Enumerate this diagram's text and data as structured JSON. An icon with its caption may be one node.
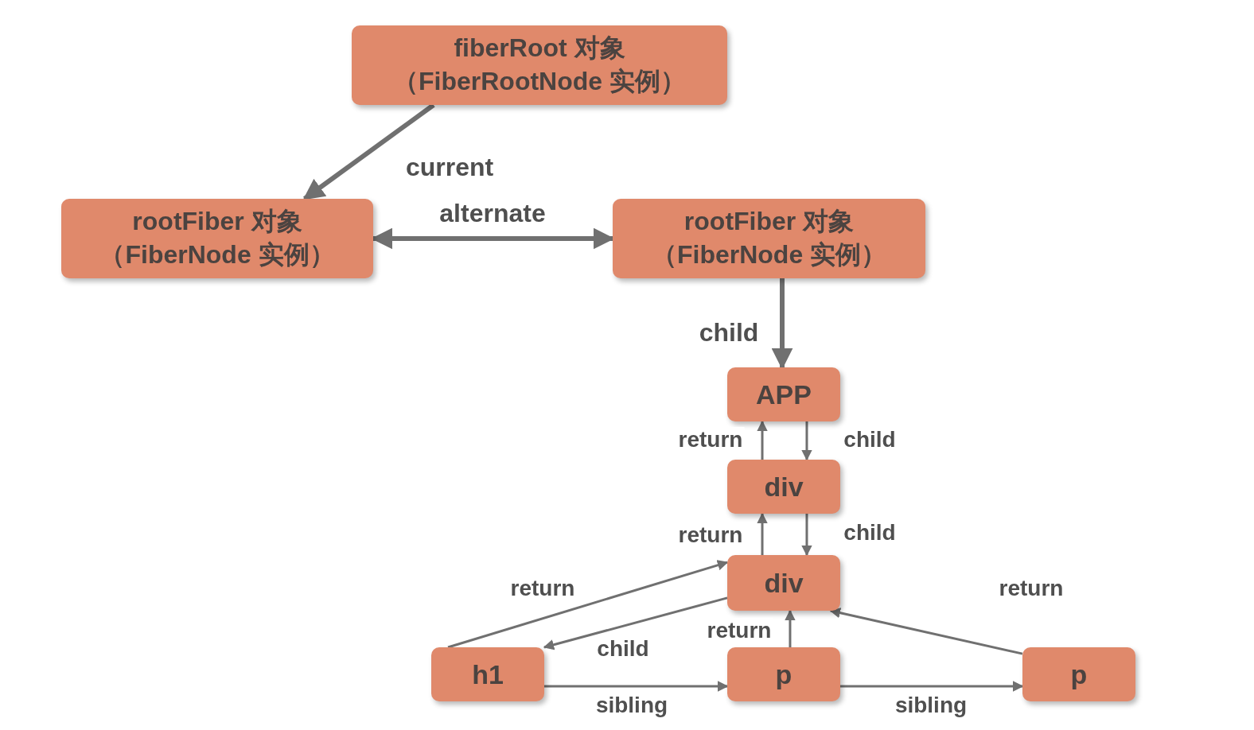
{
  "diagram": {
    "nodes": [
      {
        "text": [
          "fiberRoot 对象",
          "（FiberRootNode 实例）"
        ]
      },
      {
        "text": [
          "rootFiber 对象",
          "（FiberNode 实例）"
        ]
      },
      {
        "text": [
          "rootFiber 对象",
          "（FiberNode 实例）"
        ]
      },
      {
        "text": [
          "APP"
        ]
      },
      {
        "text": [
          "div"
        ]
      },
      {
        "text": [
          "div"
        ]
      },
      {
        "text": [
          "h1"
        ]
      },
      {
        "text": [
          "p"
        ]
      },
      {
        "text": [
          "p"
        ]
      }
    ],
    "edges": [
      {
        "from": 0,
        "to": 1,
        "arrow": "to",
        "label": "current",
        "style": "thick"
      },
      {
        "from": 1,
        "to": 2,
        "arrow": "both",
        "label": "alternate",
        "style": "thick"
      },
      {
        "from": 2,
        "to": 3,
        "arrow": "to",
        "label": "child",
        "style": "thick"
      },
      {
        "from": 4,
        "to": 3,
        "arrow": "to",
        "label": "return"
      },
      {
        "from": 3,
        "to": 4,
        "arrow": "to",
        "label": "child"
      },
      {
        "from": 5,
        "to": 4,
        "arrow": "to",
        "label": "return"
      },
      {
        "from": 4,
        "to": 5,
        "arrow": "to",
        "label": "child"
      },
      {
        "from": 6,
        "to": 5,
        "arrow": "to",
        "label": "return"
      },
      {
        "from": 5,
        "to": 6,
        "arrow": "to",
        "label": "child"
      },
      {
        "from": 7,
        "to": 5,
        "arrow": "to",
        "label": "return"
      },
      {
        "from": 8,
        "to": 5,
        "arrow": "to",
        "label": "return"
      },
      {
        "from": 6,
        "to": 7,
        "arrow": "to",
        "label": "sibling"
      },
      {
        "from": 7,
        "to": 8,
        "arrow": "to",
        "label": "sibling"
      }
    ]
  }
}
